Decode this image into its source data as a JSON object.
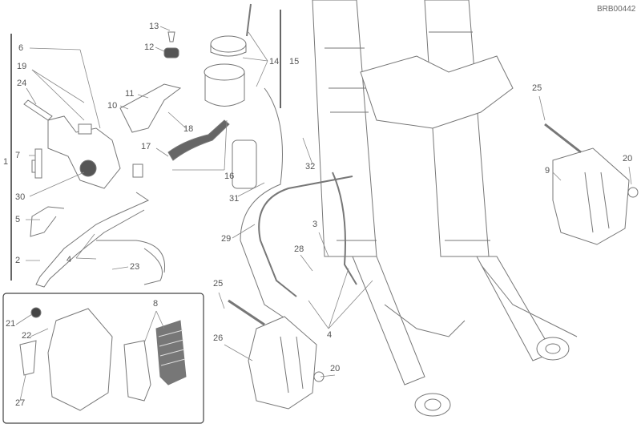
{
  "diagram_code": "BRB00442",
  "callouts": [
    {
      "id": "13",
      "text": "13"
    },
    {
      "id": "12",
      "text": "12"
    },
    {
      "id": "6",
      "text": "6"
    },
    {
      "id": "19",
      "text": "19"
    },
    {
      "id": "24",
      "text": "24"
    },
    {
      "id": "11",
      "text": "11"
    },
    {
      "id": "10",
      "text": "10"
    },
    {
      "id": "18",
      "text": "18"
    },
    {
      "id": "14",
      "text": "14"
    },
    {
      "id": "15",
      "text": "15"
    },
    {
      "id": "1",
      "text": "1"
    },
    {
      "id": "7",
      "text": "7"
    },
    {
      "id": "17",
      "text": "17"
    },
    {
      "id": "16",
      "text": "16"
    },
    {
      "id": "30",
      "text": "30"
    },
    {
      "id": "31",
      "text": "31"
    },
    {
      "id": "32",
      "text": "32"
    },
    {
      "id": "5",
      "text": "5"
    },
    {
      "id": "2",
      "text": "2"
    },
    {
      "id": "4a",
      "text": "4"
    },
    {
      "id": "23",
      "text": "23"
    },
    {
      "id": "29",
      "text": "29"
    },
    {
      "id": "3",
      "text": "3"
    },
    {
      "id": "28",
      "text": "28"
    },
    {
      "id": "25a",
      "text": "25"
    },
    {
      "id": "25b",
      "text": "25"
    },
    {
      "id": "20a",
      "text": "20"
    },
    {
      "id": "9",
      "text": "9"
    },
    {
      "id": "26",
      "text": "26"
    },
    {
      "id": "4b",
      "text": "4"
    },
    {
      "id": "20b",
      "text": "20"
    },
    {
      "id": "21",
      "text": "21"
    },
    {
      "id": "22",
      "text": "22"
    },
    {
      "id": "8",
      "text": "8"
    },
    {
      "id": "27",
      "text": "27"
    }
  ]
}
